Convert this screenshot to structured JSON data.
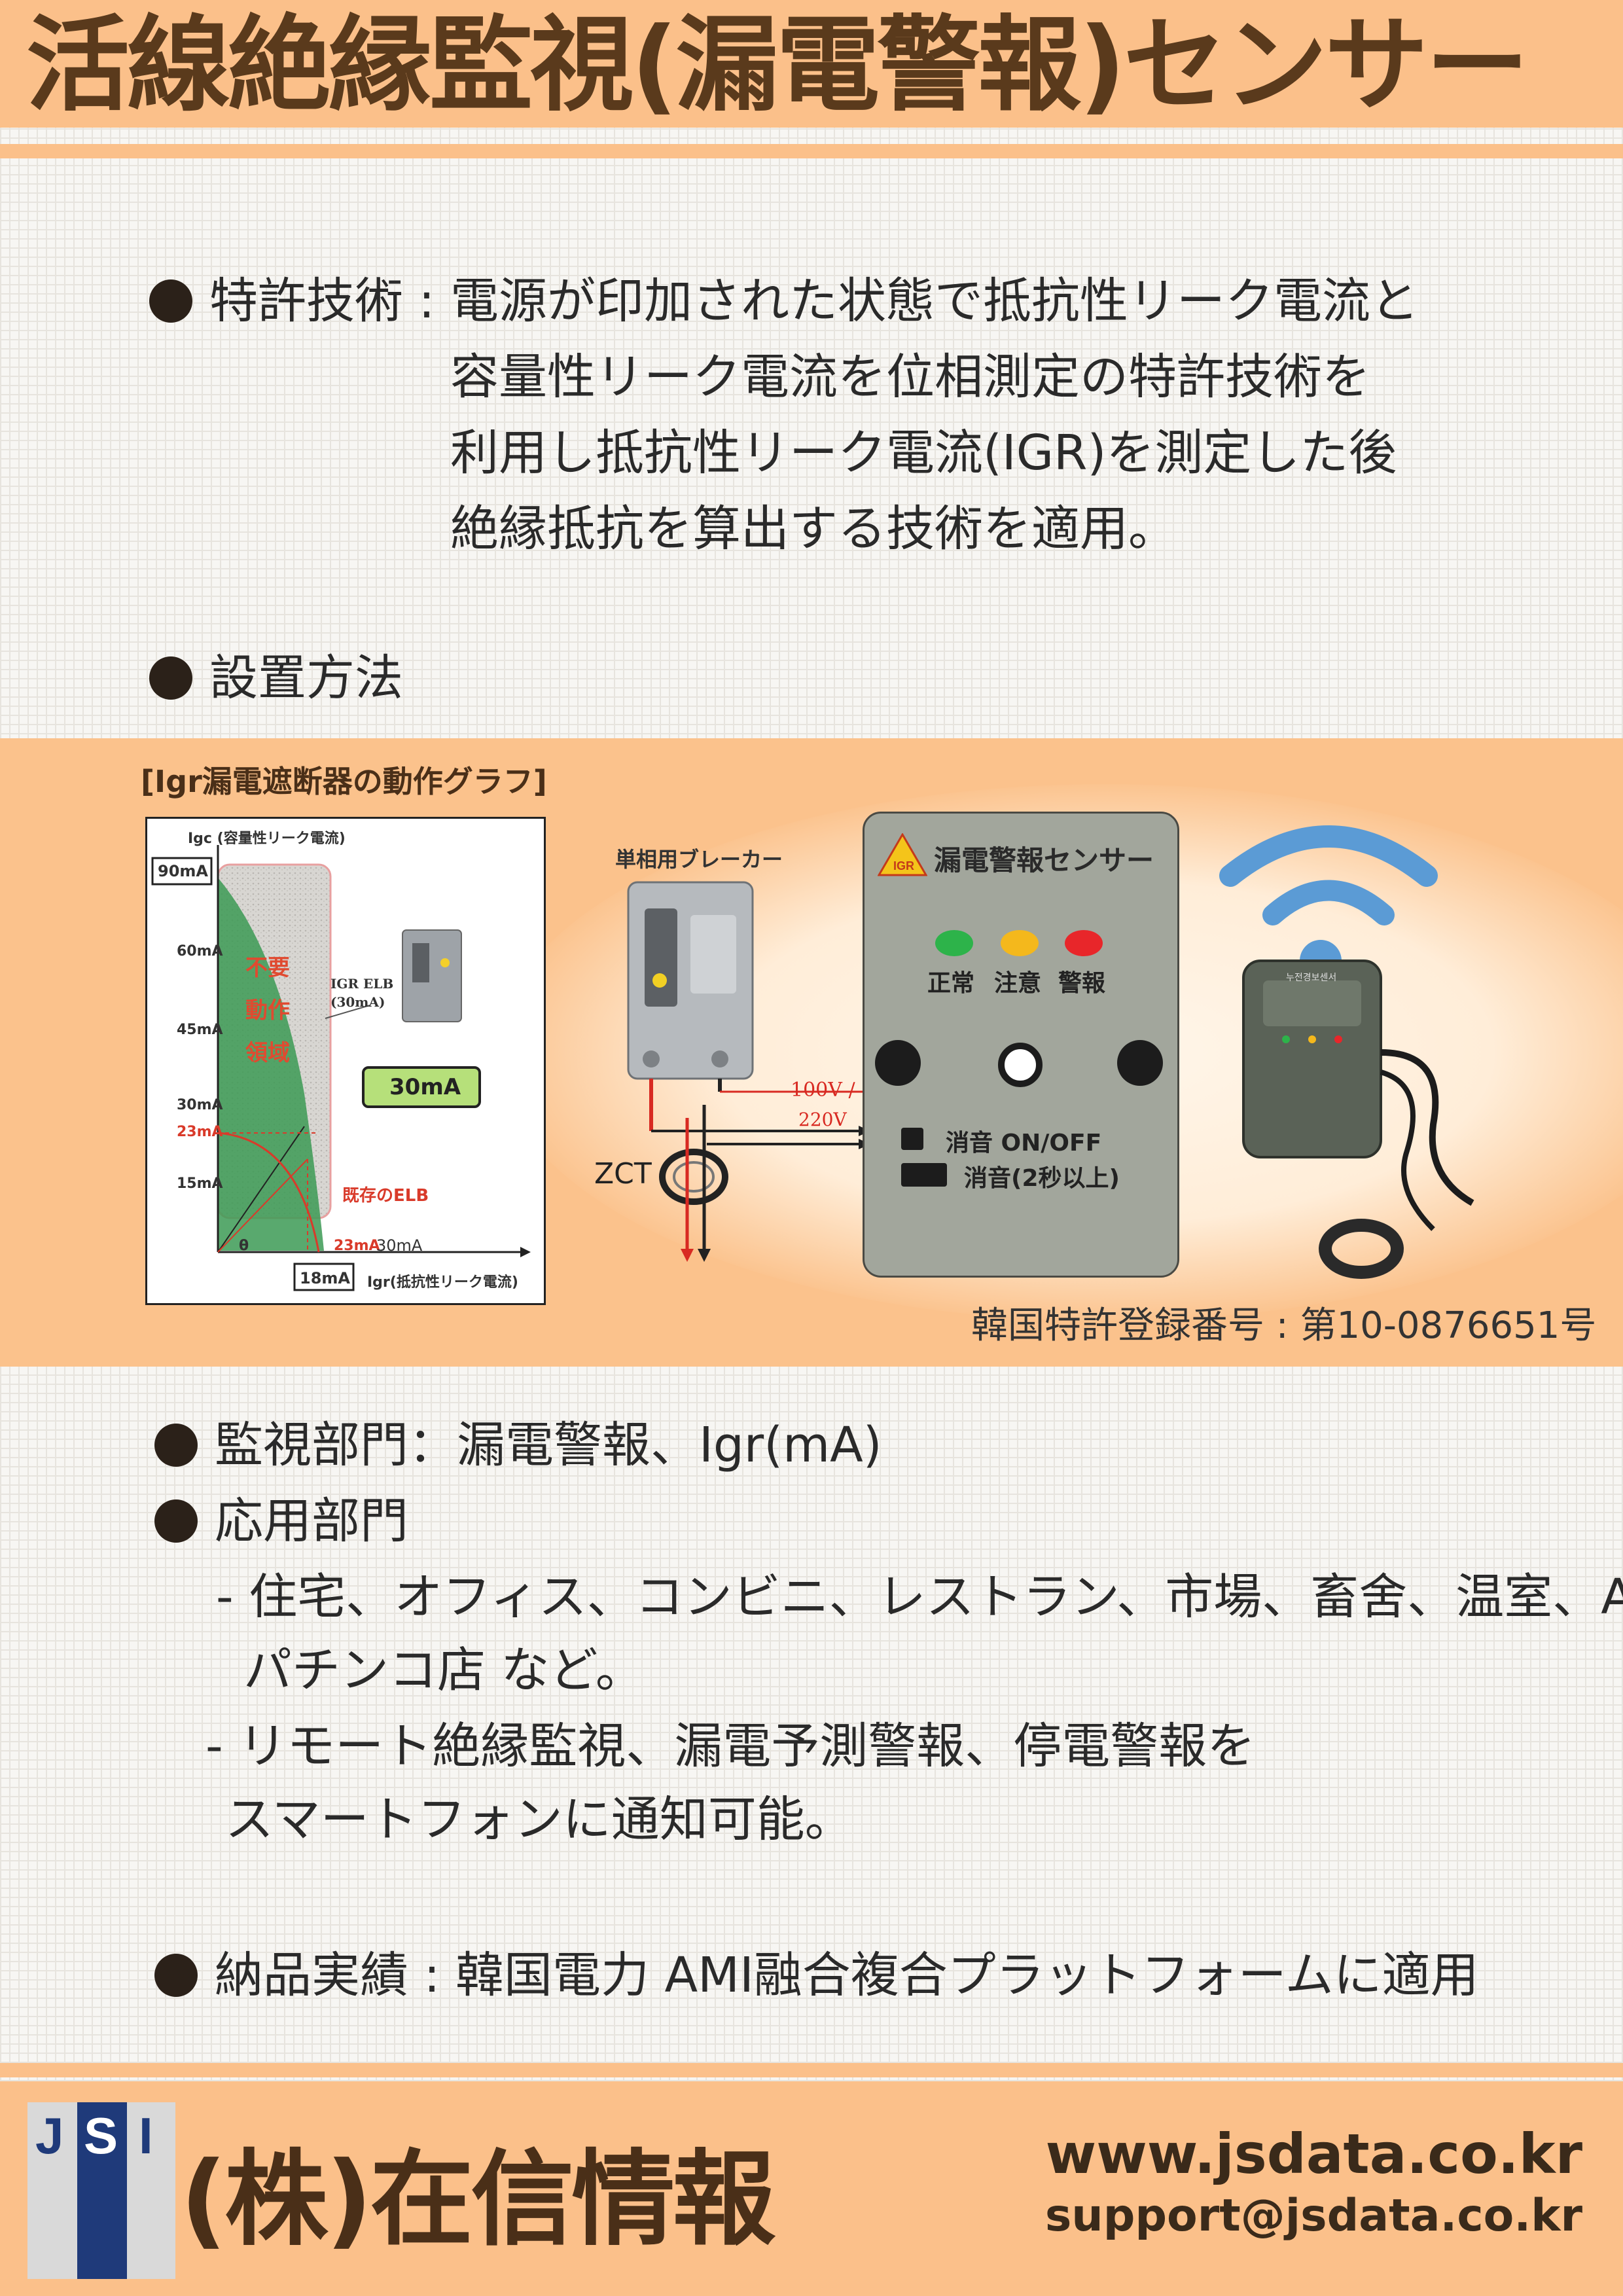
{
  "header": {
    "title": "活線絶縁監視(漏電警報)センサー"
  },
  "patent": {
    "line1": "特許技術 : 電源が印加された状態で抵抗性リーク電流と",
    "line2": "容量性リーク電流を位相測定の特許技術を",
    "line3": "利用し抵抗性リーク電流(IGR)を測定した後",
    "line4": "絶縁抵抗を算出する技術を適用。"
  },
  "install": {
    "label": "設置方法"
  },
  "graph": {
    "title": "[Igr漏電遮断器の動作グラフ]",
    "y_axis_label": "Igc (容量性リーク電流)",
    "x_axis_label": "Igr(抵抗性リーク電流)",
    "y_max_box": "90mA",
    "x_box": "18mA",
    "y_ticks": [
      "60mA",
      "45mA",
      "30mA",
      "23mA",
      "15mA"
    ],
    "theta": "θ",
    "no_action_1": "不要",
    "no_action_2": "動作",
    "no_action_3": "領域",
    "igr_elb_1": "IGR ELB",
    "igr_elb_2": "(30mA)",
    "badge_30mA": "30mA",
    "existing_elb": "既存のELB",
    "x_23mA": "23mA",
    "x_30mA": "30mA"
  },
  "diagram": {
    "breaker_label": "単相用ブレーカー",
    "voltage_1": "100V /",
    "voltage_2": "220V",
    "zct_label": "ZCT",
    "sensor_title": "漏電警報センサー",
    "logo_text": "IGR",
    "led_normal": "正常",
    "led_caution": "注意",
    "led_alarm": "警報",
    "mute_onoff": "消音 ON/OFF",
    "mute_hold": "消音(2秒以上)",
    "led_colors": {
      "normal": "#2db34a",
      "caution": "#f4b81c",
      "alarm": "#e8262a"
    },
    "device_label": "누전경보센서"
  },
  "patent_number": "韓国特許登録番号 : 第10-0876651号",
  "monitor": {
    "line": "監視部門：漏電警報、Igr(mA)"
  },
  "application": {
    "label": "応用部門",
    "line1": "- 住宅、オフィス、コンビニ、レストラン、市場、畜舍、温室、ATM",
    "line2": "パチンコ店 など。",
    "line3": "- リモート絶縁監視、漏電予測警報、停電警報を",
    "line4": "スマートフォンに通知可能。"
  },
  "delivery": {
    "line": "納品実績 : 韓国電力 AMI融合複合プラットフォームに適用"
  },
  "footer": {
    "logo_letters": [
      "J",
      "S",
      "I"
    ],
    "company": "(株)在信情報",
    "url": "www.jsdata.co.kr",
    "email": "support@jsdata.co.kr"
  },
  "colors": {
    "accent": "#fbc08a",
    "title": "#5a3a1c"
  }
}
